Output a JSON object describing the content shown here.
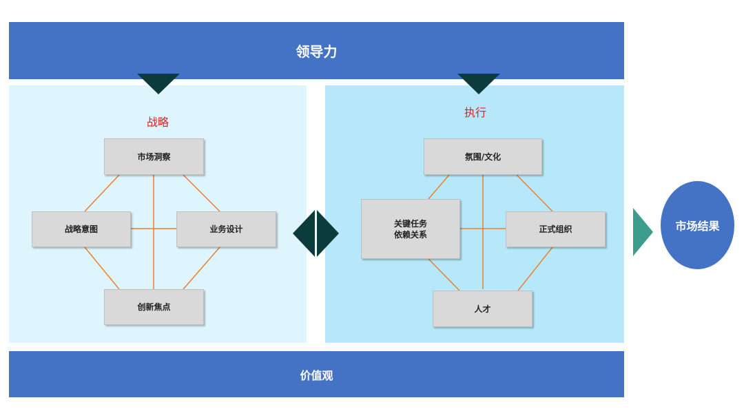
{
  "leadership": "领导力",
  "values": "价值观",
  "strategy": {
    "title": "战略",
    "market_insight": "市场洞察",
    "strategic_intent": "战略意图",
    "business_design": "业务设计",
    "innovation_focus": "创新焦点"
  },
  "execution": {
    "title": "执行",
    "climate_culture": "氛围/文化",
    "critical_tasks_line1": "关键任务",
    "critical_tasks_line2": "依赖关系",
    "formal_organization": "正式组织",
    "talent": "人才"
  },
  "result": "市场结果",
  "colors": {
    "band_blue": "#4472c4",
    "dark_teal": "#0b3b3b",
    "arrow_teal": "#3c9d8f",
    "connector_orange": "#ed7d31",
    "title_red": "#e02020"
  }
}
